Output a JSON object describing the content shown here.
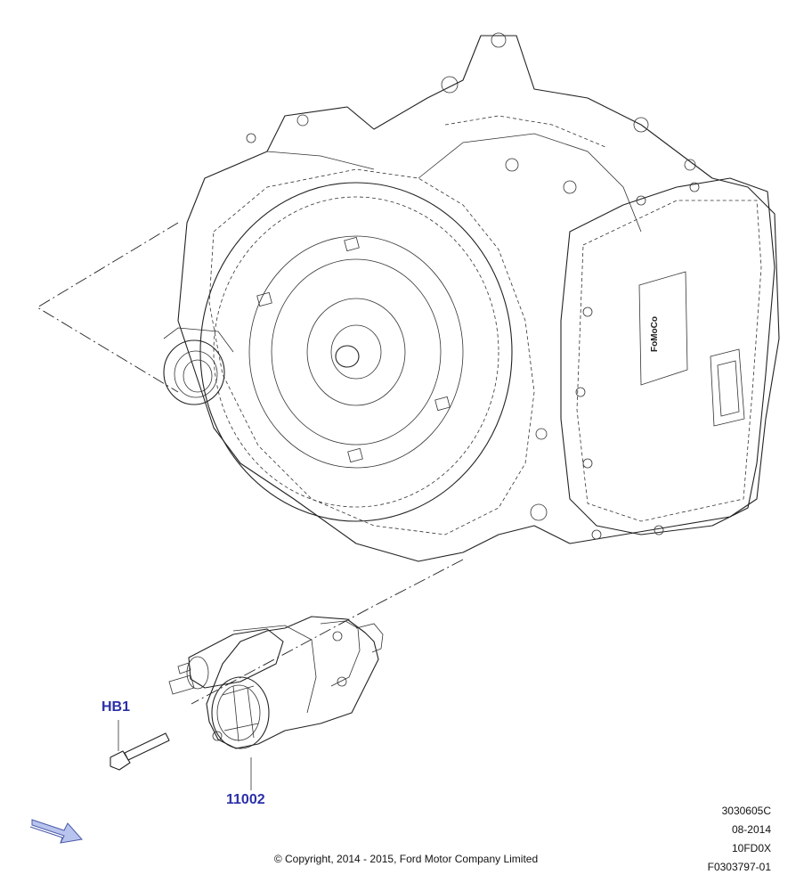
{
  "callouts": {
    "bolt": "HB1",
    "starter": "11002"
  },
  "codes": {
    "line1": "3030605C",
    "line2": "08-2014",
    "line3": "10FD0X",
    "line4": "F0303797-01"
  },
  "copyright": "© Copyright, 2014 - 2015, Ford Motor Company Limited",
  "colors": {
    "callout": "#2b2fa8",
    "arrow_fill": "#b9c4ee",
    "arrow_stroke": "#4a5aa8"
  }
}
